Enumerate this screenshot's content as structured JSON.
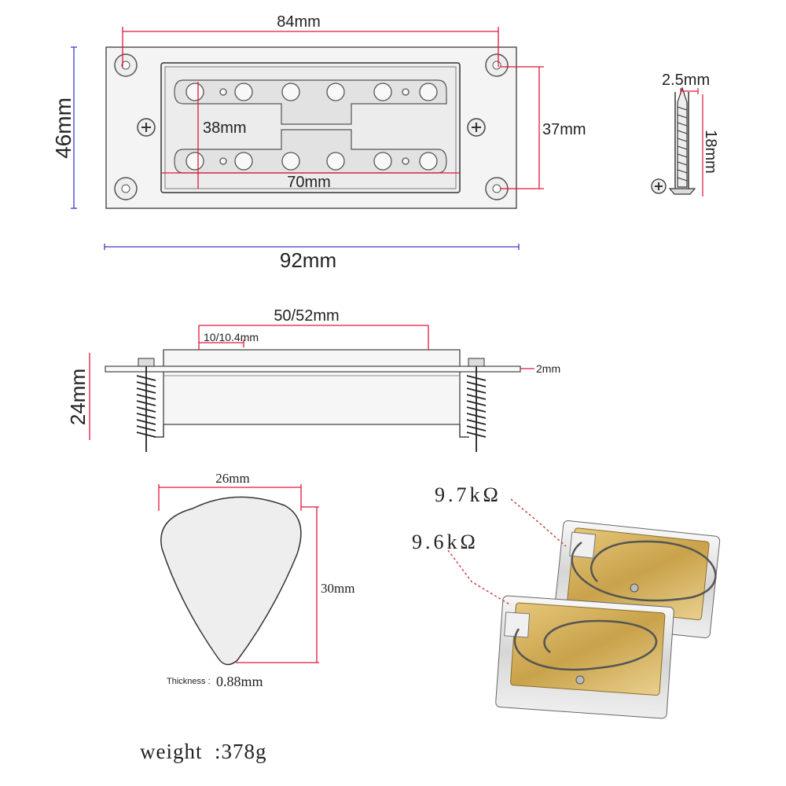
{
  "dimensions": {
    "mounting_holes_spacing": "84mm",
    "frame_height": "46mm",
    "inner_height": "38mm",
    "hole_vertical_spacing": "37mm",
    "pole_span": "70mm",
    "frame_width": "92mm",
    "screw_diameter": "2.5mm",
    "screw_length": "18mm",
    "cover_length": "50/52mm",
    "cover_segment": "10/10.4mm",
    "plate_thickness": "2mm",
    "side_height": "24mm",
    "pick_width": "26mm",
    "pick_height": "30mm",
    "pick_thickness_label": "Thickness :",
    "pick_thickness_value": "0.88mm"
  },
  "resistance": {
    "neck": "9.7kΩ",
    "bridge": "9.6kΩ"
  },
  "weight_text": "weight  :378g",
  "colors": {
    "red_dim": "#e0173c",
    "blue_dim": "#3b3bc4",
    "gold_cover": "#c9a24a",
    "chrome": "#d8d8d8"
  }
}
